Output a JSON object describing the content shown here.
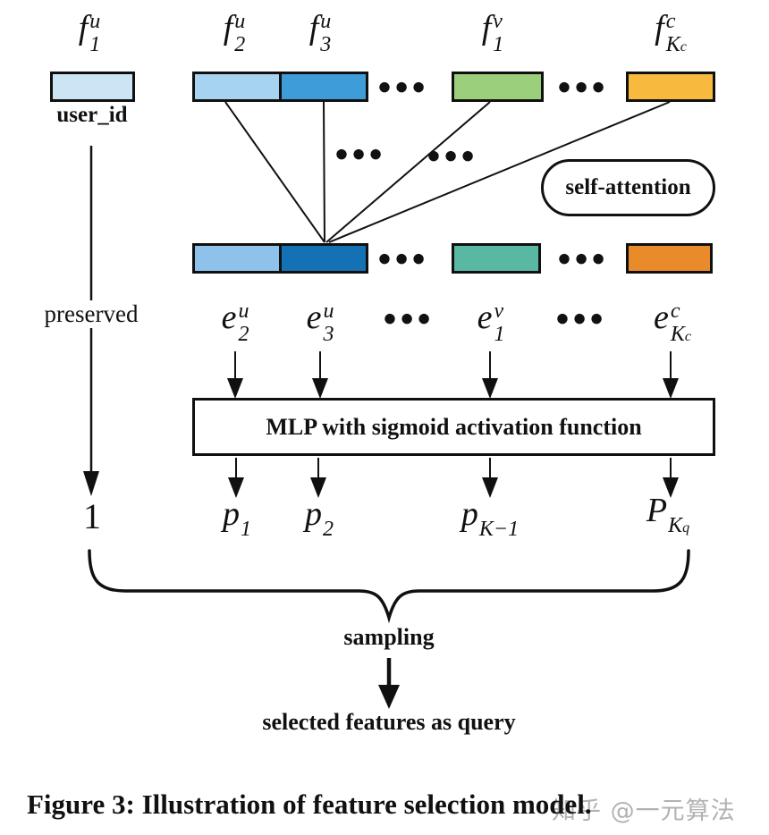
{
  "diagram": {
    "feature_labels": {
      "f1": {
        "base": "f",
        "sup": "u",
        "sub": "1"
      },
      "f2": {
        "base": "f",
        "sup": "u",
        "sub": "2"
      },
      "f3": {
        "base": "f",
        "sup": "u",
        "sub": "3"
      },
      "fv1": {
        "base": "f",
        "sup": "v",
        "sub": "1"
      },
      "fkc": {
        "base": "f",
        "sup": "c",
        "sub": "K",
        "subsub": "c"
      }
    },
    "embedding_labels": {
      "e2": {
        "base": "e",
        "sup": "u",
        "sub": "2"
      },
      "e3": {
        "base": "e",
        "sup": "u",
        "sub": "3"
      },
      "ev1": {
        "base": "e",
        "sup": "v",
        "sub": "1"
      },
      "ekc": {
        "base": "e",
        "sup": "c",
        "sub": "K",
        "subsub": "c"
      }
    },
    "prob_labels": {
      "one": "1",
      "p1": {
        "base": "p",
        "sub": "1"
      },
      "p2": {
        "base": "p",
        "sub": "2"
      },
      "pk1": {
        "base": "p",
        "sub": "K−1"
      },
      "pkq": {
        "base": "P",
        "sub": "K",
        "subsub": "q"
      }
    },
    "texts": {
      "user_id": "user_id",
      "preserved": "preserved",
      "self_attention": "self-attention",
      "mlp": "MLP with sigmoid activation function",
      "sampling": "sampling",
      "selected_query": "selected features as query",
      "ellipsis": "●●●"
    },
    "colors": {
      "user_id_box": "#CBE5F5",
      "f2_box": "#A6D4F0",
      "f3_box": "#3E9CD8",
      "item_box": "#9CCF7B",
      "context_box": "#F7BA3F",
      "emb1_box": "#8FC2EA",
      "emb2_box": "#1472B4",
      "emb_item_box": "#59B8A1",
      "emb_context_box": "#E98A2B"
    }
  },
  "caption": {
    "text": "Figure 3: Illustration of feature selection model.",
    "watermark": "知乎 @一元算法"
  }
}
